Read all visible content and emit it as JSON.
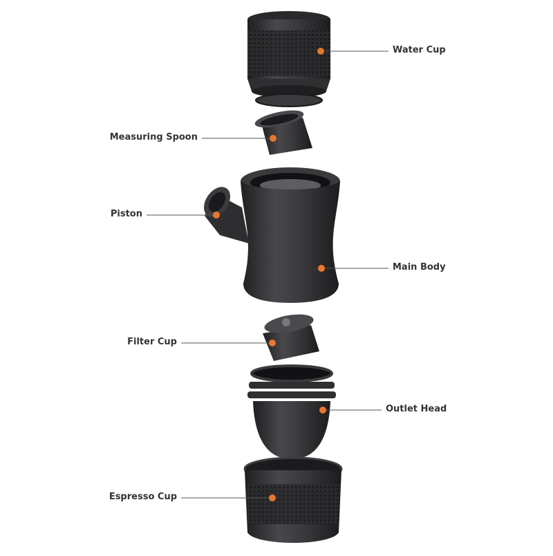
{
  "diagram": {
    "parts": [
      {
        "id": "water-cup",
        "label": "Water Cup",
        "side": "right"
      },
      {
        "id": "measuring-spoon",
        "label": "Measuring Spoon",
        "side": "left"
      },
      {
        "id": "piston",
        "label": "Piston",
        "side": "left"
      },
      {
        "id": "main-body",
        "label": "Main Body",
        "side": "right"
      },
      {
        "id": "filter-cup",
        "label": "Filter Cup",
        "side": "left"
      },
      {
        "id": "outlet-head",
        "label": "Outlet Head",
        "side": "right"
      },
      {
        "id": "espresso-cup",
        "label": "Espresso Cup",
        "side": "left"
      }
    ]
  },
  "colors": {
    "background": "#ffffff",
    "part_body": "#3a3a3c",
    "part_dark": "#252527",
    "part_highlight": "#5a5a5e",
    "marker": "#e8772e",
    "leader_line": "#555555",
    "label_text": "#333333"
  }
}
